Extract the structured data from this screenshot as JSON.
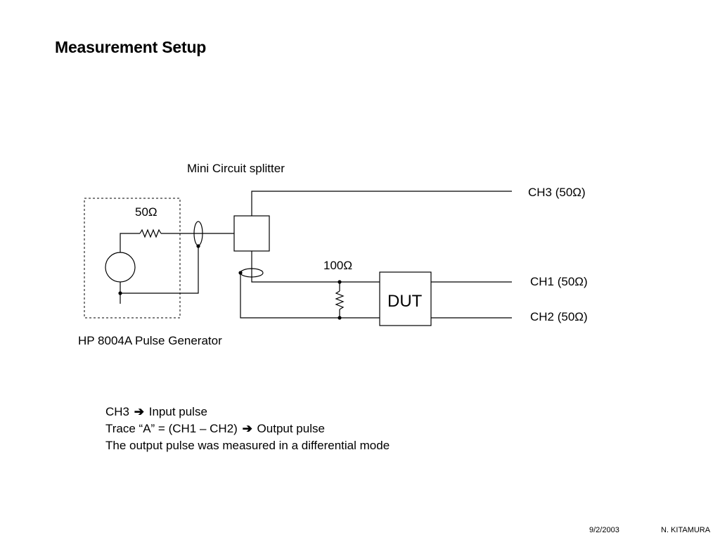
{
  "slide": {
    "title": "Measurement Setup"
  },
  "diagram": {
    "splitter_label": "Mini Circuit splitter",
    "generator_resistor": "50Ω",
    "generator_label": "HP 8004A Pulse Generator",
    "termination_resistor": "100Ω",
    "dut_label": "DUT",
    "ch3_label": "CH3 (50Ω)",
    "ch1_label": "CH1 (50Ω)",
    "ch2_label": "CH2 (50Ω)"
  },
  "notes": {
    "line1_prefix": "CH3",
    "line1_suffix": "Input pulse",
    "line2_prefix": "Trace “A” = (CH1 – CH2)",
    "line2_suffix": "Output pulse",
    "line3": "The output pulse was measured in a differential mode"
  },
  "footer": {
    "date": "9/2/2003",
    "author": "N. KITAMURA"
  }
}
